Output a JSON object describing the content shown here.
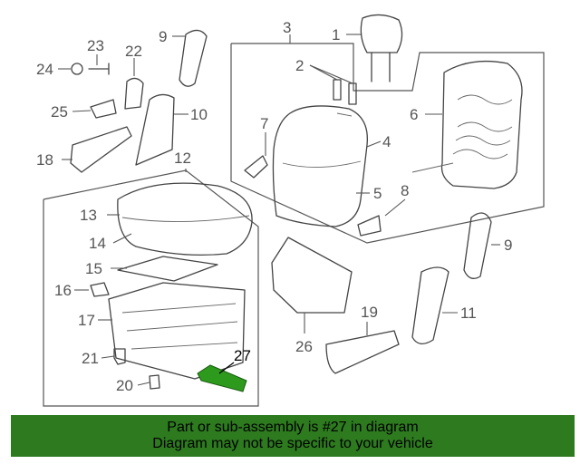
{
  "callouts": [
    "1",
    "2",
    "3",
    "4",
    "5",
    "6",
    "7",
    "8",
    "9",
    "9",
    "10",
    "11",
    "12",
    "13",
    "14",
    "15",
    "16",
    "17",
    "18",
    "19",
    "20",
    "21",
    "22",
    "23",
    "24",
    "25",
    "26",
    "27"
  ],
  "highlight_color": "#2d9a1e",
  "banner": {
    "line1": "Part or sub-assembly is #27 in diagram",
    "line2": "Diagram may not be specific to your vehicle",
    "background": "#2d7a1f"
  }
}
